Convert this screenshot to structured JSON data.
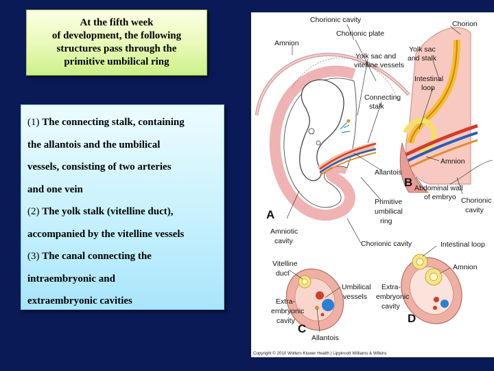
{
  "title": {
    "lines": [
      "At the fifth week",
      "of development, the following",
      "structures pass through the",
      "primitive umbilical ring"
    ]
  },
  "items": {
    "l1_num": "(1) ",
    "l1_text": "The connecting stalk, containing",
    "l2": "the allantois and the umbilical",
    "l3": "vessels, consisting of two arteries",
    "l4": "and one vein",
    "l5_num": " (2) ",
    "l5_text": "The yolk stalk (vitelline duct),",
    "l6": "accompanied by the vitelline vessels",
    "l7_num": " (3) ",
    "l7_text": "The canal connecting the",
    "l8": "intraembryonic and",
    "l9": "extraembryonic cavities"
  },
  "figure": {
    "panel_a": "A",
    "panel_b": "B",
    "panel_c": "C",
    "panel_d": "D",
    "labels": {
      "chorionic_cavity_top": "Chorionic cavity",
      "chorionic_plate": "Chorionic plate",
      "amnion_a": "Amnion",
      "yolk_sac_vitelline_1": "Yolk sac and",
      "yolk_sac_vitelline_2": "vitelline vessels",
      "connecting_stalk_1": "Connecting",
      "connecting_stalk_2": "stalk",
      "allantois_a": "Allantois",
      "primitive_ring_1": "Primitive",
      "primitive_ring_2": "umbilical",
      "primitive_ring_3": "ring",
      "amniotic_cavity_1": "Amniotic",
      "amniotic_cavity_2": "cavity",
      "chorionic_cavity_bottom": "Chorionic cavity",
      "chorion": "Chorion",
      "yolk_sac_stalk_1": "Yolk sac",
      "yolk_sac_stalk_2": "and stalk",
      "intestinal_loop_b_1": "Intestinal",
      "intestinal_loop_b_2": "loop",
      "amnion_b": "Amnion",
      "abdominal_wall_1": "Abdominal wall",
      "abdominal_wall_2": "of embryo",
      "chorionic_cavity_b_1": "Chorionic",
      "chorionic_cavity_b_2": "cavity",
      "vitelline_duct_1": "Vitelline",
      "vitelline_duct_2": "duct",
      "umbilical_vessels_1": "Umbilical",
      "umbilical_vessels_2": "vessels",
      "extraembryonic_c_1": "Extra-",
      "extraembryonic_c_2": "embryonic",
      "extraembryonic_c_3": "cavity",
      "allantois_c": "Allantois",
      "intestinal_loop_d": "Intestinal loop",
      "amnion_d": "Amnion",
      "extraembryonic_d_1": "Extra-",
      "extraembryonic_d_2": "embryonic",
      "extraembryonic_d_3": "cavity"
    },
    "copyright": "Copyright © 2010 Wolters Kluwer Health | Lippincott Williams & Wilkins"
  }
}
